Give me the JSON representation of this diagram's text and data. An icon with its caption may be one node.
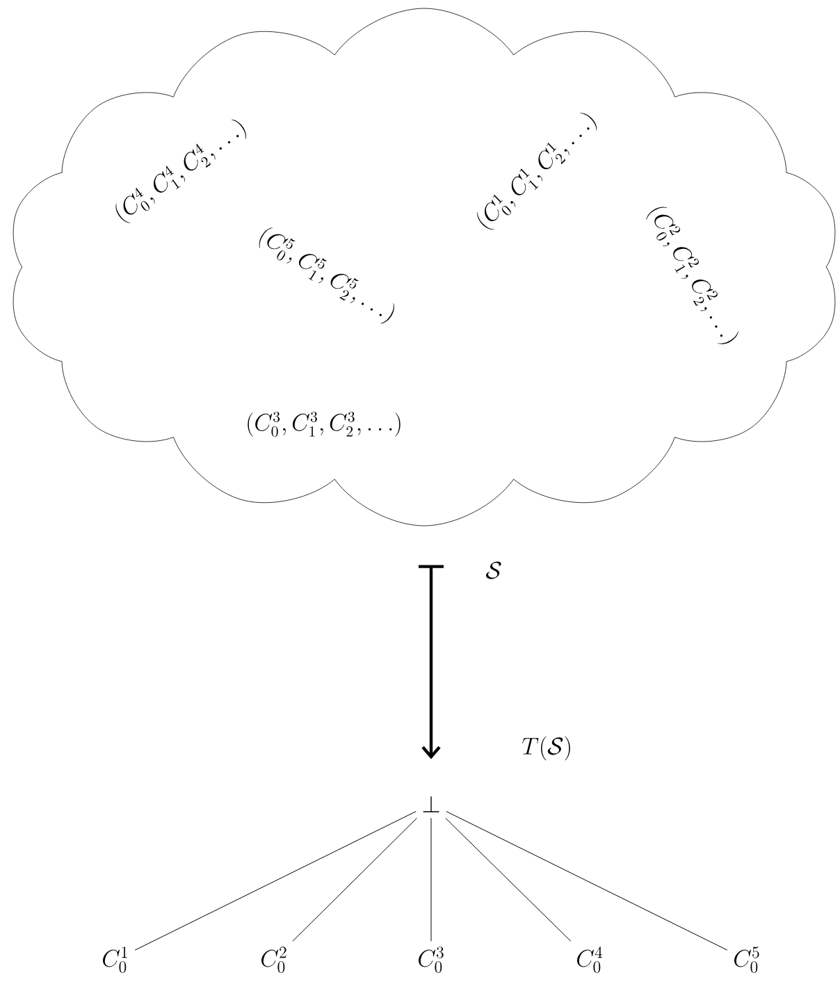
{
  "diagram": {
    "nodes": [
      {
        "text": [],
        "shape": "cloud"
      },
      {
        "text": [
          "(C_0^4, C_1^4, C_2^4, \\ldots)"
        ],
        "in": 0
      },
      {
        "text": [
          "(C_0^1, C_1^1, C_2^1, \\ldots)"
        ],
        "in": 0
      },
      {
        "text": [
          "(C_0^5, C_1^5, C_2^5, \\ldots)"
        ],
        "in": 0
      },
      {
        "text": [
          "(C_0^2, C_1^2, C_2^2, \\ldots)"
        ],
        "in": 0
      },
      {
        "text": [
          "(C_0^3, C_1^3, C_2^3, \\ldots)"
        ],
        "in": 0
      },
      {
        "text": [
          "\\bot"
        ]
      },
      {
        "text": [
          "C_0^1"
        ]
      },
      {
        "text": [
          "C_0^2"
        ]
      },
      {
        "text": [
          "C_0^3"
        ]
      },
      {
        "text": [
          "C_0^4"
        ]
      },
      {
        "text": [
          "C_0^5"
        ]
      }
    ],
    "edges": [
      {
        "from": 0,
        "to": 6,
        "arrow": "to",
        "style": "thick"
      },
      {
        "from": 6,
        "to": 7,
        "arrow": "none"
      },
      {
        "from": 6,
        "to": 8,
        "arrow": "none"
      },
      {
        "from": 6,
        "to": 9,
        "arrow": "none"
      },
      {
        "from": 6,
        "to": 10,
        "arrow": "none"
      },
      {
        "from": 6,
        "to": 11,
        "arrow": "none"
      }
    ],
    "labels": [
      "\\mathcal{S}",
      "T(\\mathcal{S})"
    ]
  }
}
